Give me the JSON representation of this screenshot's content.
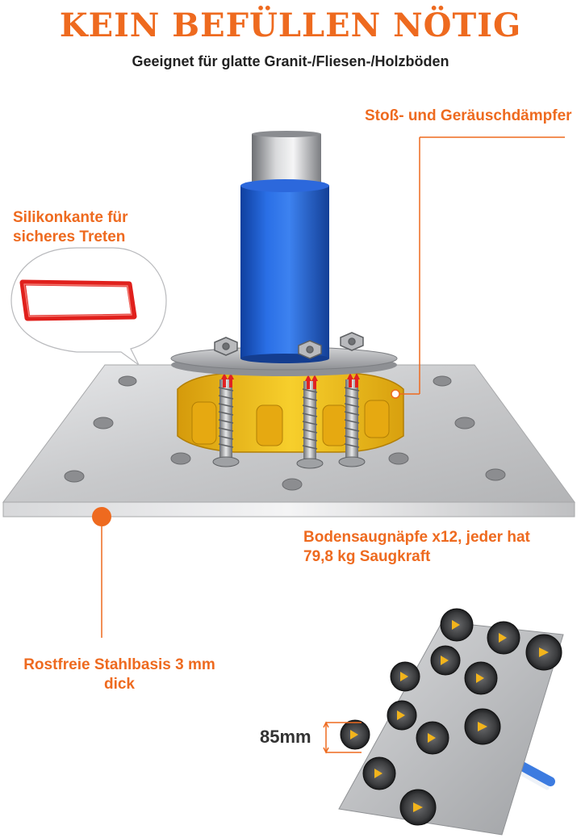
{
  "header": {
    "title": "KEIN BEFÜLLEN NÖTIG",
    "subtitle": "Geeignet für glatte Granit-/Fliesen-/Holzböden"
  },
  "callouts": {
    "damper": "Stoß- und Geräuschdämpfer",
    "silicone_line1": "Silikonkante für",
    "silicone_line2": "sicheres Treten",
    "suction_line1": "Bodensaugnäpfe x12, jeder hat",
    "suction_line2": "79,8 kg Saugkraft",
    "steel_line1": "Rostfreie Stahlbasis 3 mm",
    "steel_line2": "dick",
    "dimension": "85mm"
  },
  "colors": {
    "accent": "#ee6a1f",
    "pole_blue": "#1f5fd6",
    "damper_yellow": "#f2c21a",
    "silicone_red": "#e0201c",
    "steel": "#c9cacc"
  }
}
